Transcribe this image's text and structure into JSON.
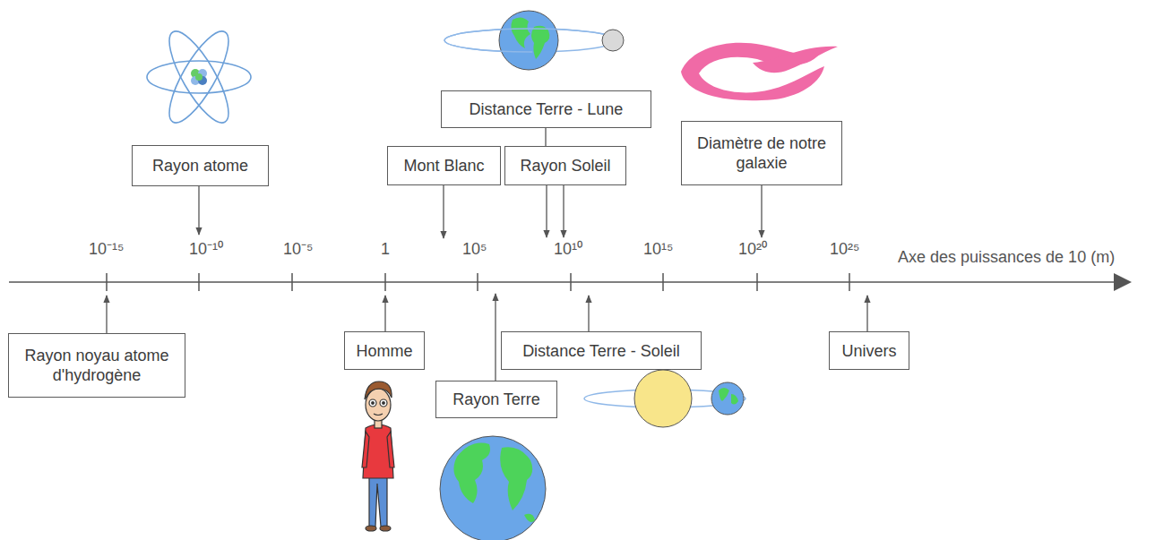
{
  "diagram": {
    "nodes": [
      {
        "text": [
          "Distance Terre - Lune"
        ]
      },
      {
        "text": [
          "Diamètre de notre galaxie"
        ]
      },
      {
        "text": [
          "Rayon atome"
        ]
      },
      {
        "text": [
          "Mont Blanc"
        ]
      },
      {
        "text": [
          "Rayon Soleil"
        ]
      },
      {
        "text": [
          "Rayon noyau atome d'hydrogène"
        ]
      },
      {
        "text": [
          "Homme"
        ]
      },
      {
        "text": [
          "Distance Terre - Soleil"
        ]
      },
      {
        "text": [
          "Univers"
        ]
      },
      {
        "text": [
          "Rayon Terre"
        ]
      }
    ],
    "labels": [
      "10⁻¹⁵",
      "10⁻¹⁰",
      "10⁻⁵",
      "1",
      "10⁵",
      "10¹⁰",
      "10¹⁵",
      "10²⁰",
      "10²⁵",
      "Axe des puissances de 10 (m)"
    ]
  }
}
